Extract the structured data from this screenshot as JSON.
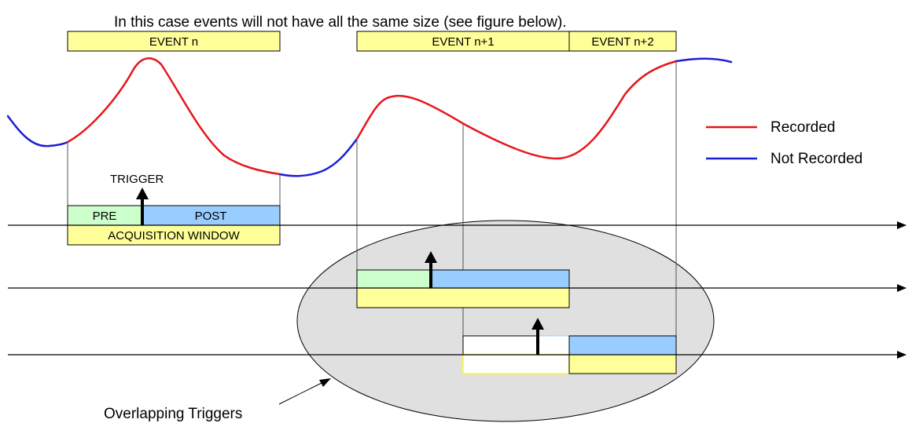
{
  "caption": "In this case events will not have all the same size (see figure below).",
  "events": {
    "event_n": "EVENT n",
    "event_n1": "EVENT n+1",
    "event_n2": "EVENT n+2"
  },
  "trigger_label": "TRIGGER",
  "window": {
    "pre_label": "PRE",
    "post_label": "POST",
    "acquisition_label": "ACQUISITION WINDOW"
  },
  "legend": {
    "recorded": "Recorded",
    "not_recorded": "Not Recorded"
  },
  "overlap_label": "Overlapping Triggers",
  "colors": {
    "recorded": "#e8151b",
    "not_recorded": "#1a1fd6",
    "event_fill": "#ffff99",
    "pre_fill": "#ccffcc",
    "post_fill": "#99ccff",
    "ellipse_fill": "#e0e0e0",
    "guide": "#555555"
  }
}
